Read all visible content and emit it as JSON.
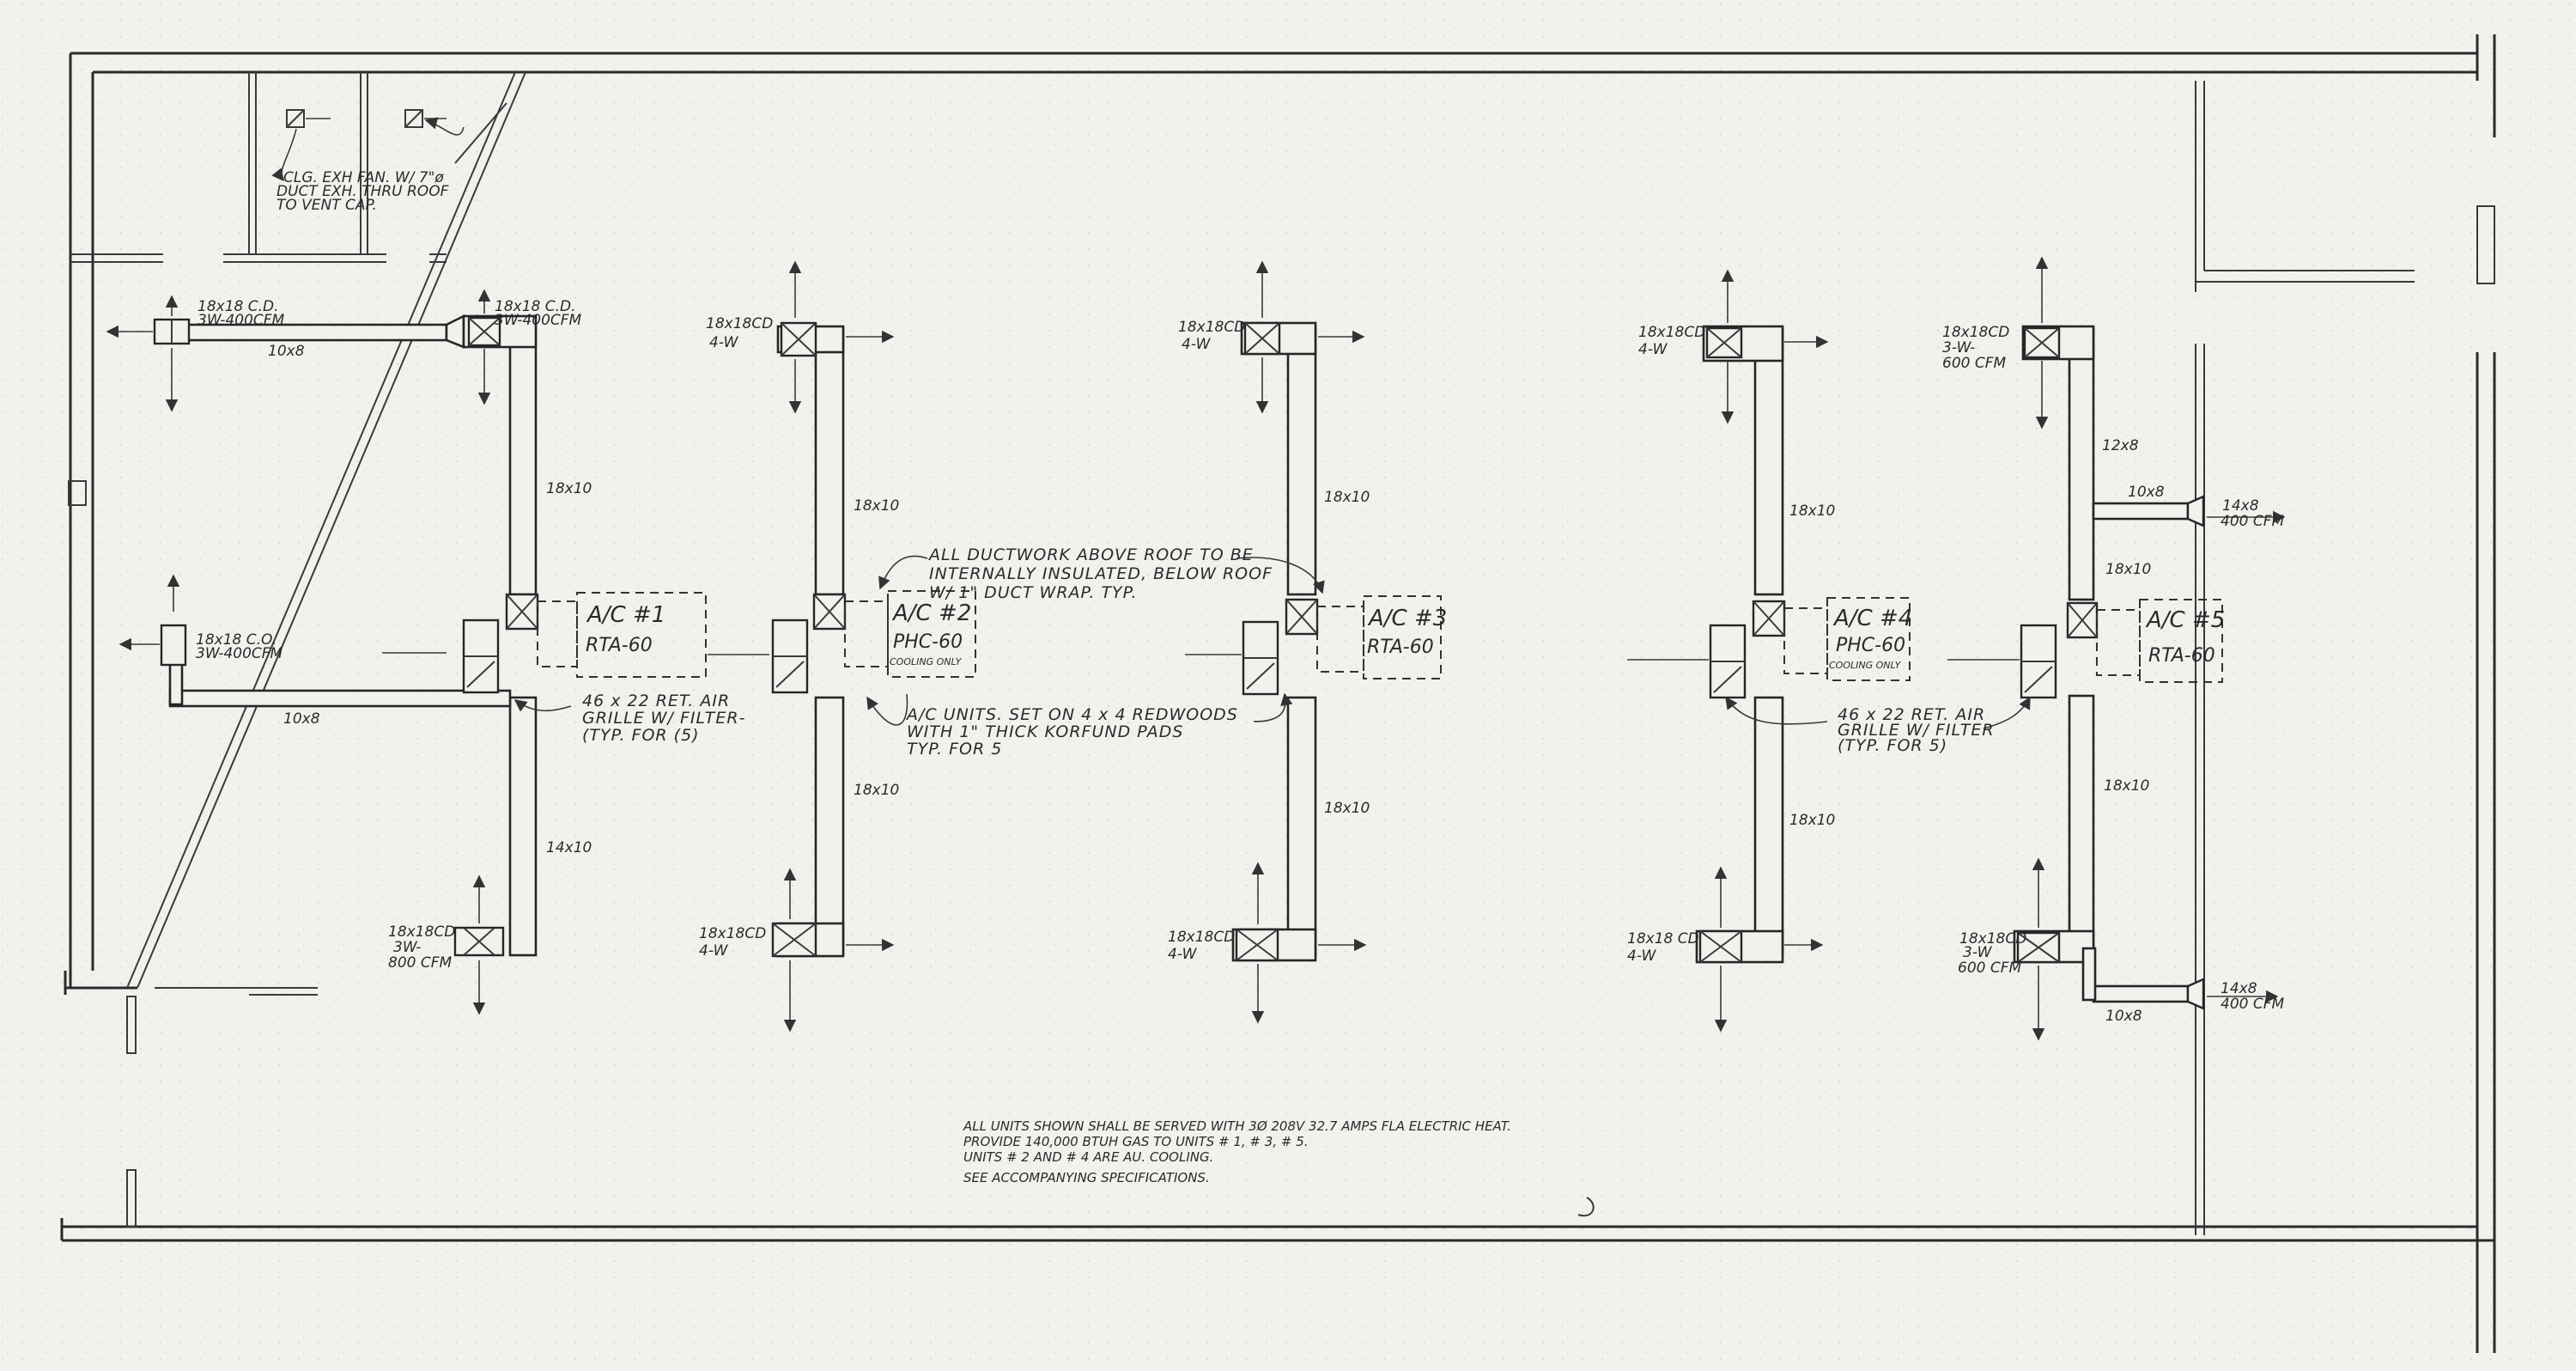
{
  "units": [
    {
      "id": "ac1",
      "name": "A/C #1",
      "model": "RTA-60",
      "extra": ""
    },
    {
      "id": "ac2",
      "name": "A/C #2",
      "model": "PHC-60",
      "extra": "COOLING ONLY"
    },
    {
      "id": "ac3",
      "name": "A/C #3",
      "model": "RTA-60",
      "extra": ""
    },
    {
      "id": "ac4",
      "name": "A/C #4",
      "model": "PHC-60",
      "extra": "COOLING ONLY"
    },
    {
      "id": "ac5",
      "name": "A/C #5",
      "model": "RTA-60",
      "extra": ""
    }
  ],
  "labels": {
    "u1_top_left_l1": "18x18 C.D.",
    "u1_top_left_l2": "3W-400CFM",
    "u1_top_right_l1": "18x18 C.D.",
    "u1_top_right_l2": "3W-400CFM",
    "u1_branch": "10x8",
    "u1_mid_l1": "18x18 C.O.",
    "u1_mid_l2": "3W-400CFM",
    "u1_mid_branch": "10x8",
    "u1_duct_up": "18x10",
    "u1_duct_down": "14x10",
    "u1_bot_l1": "18x18CD",
    "u1_bot_l2": "3W-",
    "u1_bot_l3": "800 CFM",
    "u2_top_l1": "18x18CD",
    "u2_top_l2": "4-W",
    "u2_duct_up": "18x10",
    "u2_duct_down": "18x10",
    "u2_bot_l1": "18x18CD",
    "u2_bot_l2": "4-W",
    "u3_top_l1": "18x18CD",
    "u3_top_l2": "4-W",
    "u3_duct_up": "18x10",
    "u3_duct_down": "18x10",
    "u3_bot_l1": "18x18CD",
    "u3_bot_l2": "4-W",
    "u4_top_l1": "18x18CD",
    "u4_top_l2": "4-W",
    "u4_duct_up": "18x10",
    "u4_duct_down": "18x10",
    "u4_bot_l1": "18x18 CD",
    "u4_bot_l2": "4-W",
    "u5_top_l1": "18x18CD",
    "u5_top_l2": "3-W-",
    "u5_top_l3": "600 CFM",
    "u5_duct_a": "12x8",
    "u5_duct_b": "18x10",
    "u5_duct_c": "18x10",
    "u5_branch_top": "10x8",
    "u5_grille_top_l1": "14x8",
    "u5_grille_top_l2": "400 CFM",
    "u5_bot_l1": "18x18CD",
    "u5_bot_l2": "3-W",
    "u5_bot_l3": "600 CFM",
    "u5_branch_bot": "10x8",
    "u5_grille_bot_l1": "14x8",
    "u5_grille_bot_l2": "400 CFM"
  },
  "notes": {
    "exhaust_l1": "CLG. EXH FAN. W/ 7\"ø",
    "exhaust_l2": "DUCT EXH. THRU ROOF",
    "exhaust_l3": "TO VENT CAP.",
    "ductwork_l1": "ALL DUCTWORK ABOVE ROOF TO BE",
    "ductwork_l2": "INTERNALLY INSULATED, BELOW ROOF",
    "ductwork_l3": "W/ 1\" DUCT WRAP. TYP.",
    "grille_l1": "46 x 22 RET. AIR",
    "grille_l2": "GRILLE W/ FILTER-",
    "grille_l3": "(TYP. FOR (5)",
    "units_l1": "A/C UNITS. SET ON 4 x 4 REDWOODS",
    "units_l2": "WITH 1\" THICK KORFUND PADS",
    "units_l3": "TYP. FOR 5",
    "grille2_l1": "46 x 22 RET. AIR",
    "grille2_l2": "GRILLE W/ FILTER",
    "grille2_l3": "(TYP. FOR 5)",
    "general_l1": "ALL UNITS SHOWN SHALL BE SERVED WITH 3Ø 208V 32.7 AMPS FLA ELECTRIC HEAT.",
    "general_l2": "PROVIDE 140,000 BTUH GAS TO UNITS # 1, # 3, # 5.",
    "general_l3": "UNITS # 2 AND # 4 ARE AU. COOLING.",
    "general_l4": "SEE ACCOMPANYING SPECIFICATIONS."
  },
  "colors": {
    "paper": "#f1f1ee",
    "ink": "#262626"
  }
}
